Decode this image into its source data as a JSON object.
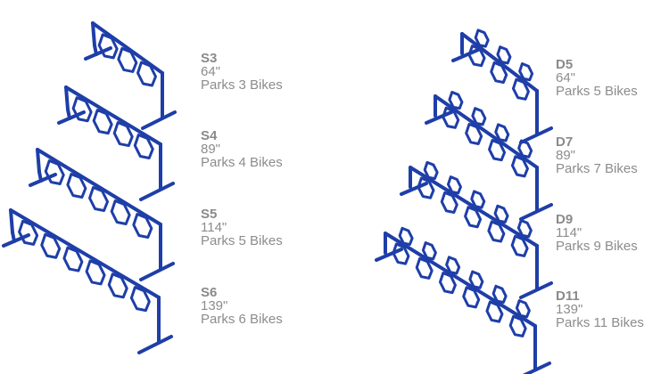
{
  "colors": {
    "rack": "#1e3ea8",
    "text": "#8c8c8c"
  },
  "single_racks": [
    {
      "code": "S3",
      "length": "64\"",
      "capacity": "Parks 3 Bikes",
      "loops": 3
    },
    {
      "code": "S4",
      "length": "89\"",
      "capacity": "Parks 4 Bikes",
      "loops": 4
    },
    {
      "code": "S5",
      "length": "114\"",
      "capacity": "Parks 5 Bikes",
      "loops": 5
    },
    {
      "code": "S6",
      "length": "139\"",
      "capacity": "Parks 6 Bikes",
      "loops": 6
    }
  ],
  "double_racks": [
    {
      "code": "D5",
      "length": "64\"",
      "capacity": "Parks 5 Bikes",
      "loops": 3
    },
    {
      "code": "D7",
      "length": "89\"",
      "capacity": "Parks 7 Bikes",
      "loops": 4
    },
    {
      "code": "D9",
      "length": "114\"",
      "capacity": "Parks 9 Bikes",
      "loops": 5
    },
    {
      "code": "D11",
      "length": "139\"",
      "capacity": "Parks 11 Bikes",
      "loops": 6
    }
  ]
}
